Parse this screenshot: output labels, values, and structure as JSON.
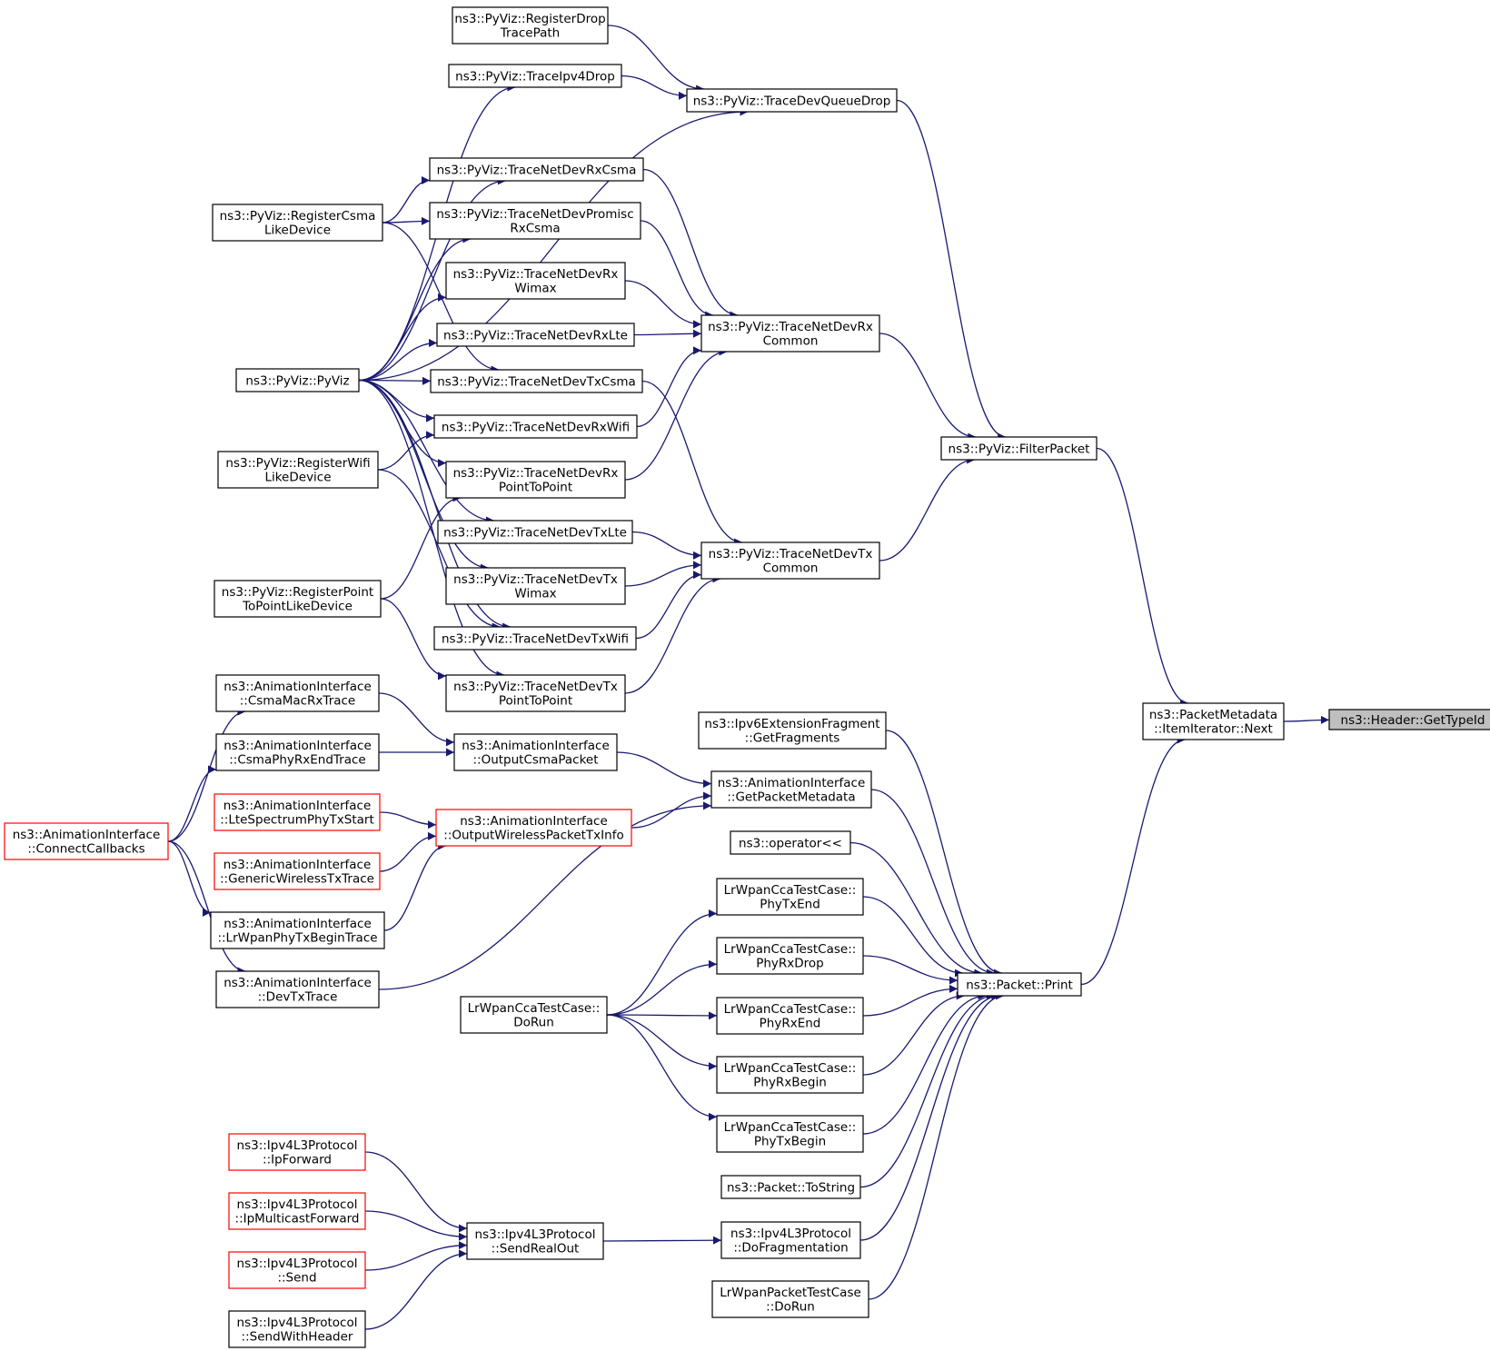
{
  "colors": {
    "edge": "#191970",
    "node_border": "#000000",
    "node_border_incomplete": "#ff0000",
    "highlight_fill": "#bfbfbf",
    "background": "#ffffff",
    "text": "#000000"
  },
  "nodes": [
    {
      "id": "gettypeid",
      "lines": [
        "ns3::Header::GetTypeId"
      ],
      "highlight": true
    },
    {
      "id": "next",
      "lines": [
        "ns3::PacketMetadata",
        "::ItemIterator::Next"
      ]
    },
    {
      "id": "filterpacket",
      "lines": [
        "ns3::PyViz::FilterPacket"
      ]
    },
    {
      "id": "print",
      "lines": [
        "ns3::Packet::Print"
      ]
    },
    {
      "id": "devqueuedrop",
      "lines": [
        "ns3::PyViz::TraceDevQueueDrop"
      ]
    },
    {
      "id": "rxcommon",
      "lines": [
        "ns3::PyViz::TraceNetDevRx",
        "Common"
      ]
    },
    {
      "id": "txcommon",
      "lines": [
        "ns3::PyViz::TraceNetDevTx",
        "Common"
      ]
    },
    {
      "id": "registerdrop",
      "lines": [
        "ns3::PyViz::RegisterDrop",
        "TracePath"
      ]
    },
    {
      "id": "ipv4drop",
      "lines": [
        "ns3::PyViz::TraceIpv4Drop"
      ]
    },
    {
      "id": "rxcsma",
      "lines": [
        "ns3::PyViz::TraceNetDevRxCsma"
      ]
    },
    {
      "id": "promisc",
      "lines": [
        "ns3::PyViz::TraceNetDevPromisc",
        "RxCsma"
      ]
    },
    {
      "id": "rxwimax",
      "lines": [
        "ns3::PyViz::TraceNetDevRx",
        "Wimax"
      ]
    },
    {
      "id": "rxlte",
      "lines": [
        "ns3::PyViz::TraceNetDevRxLte"
      ]
    },
    {
      "id": "txcsma",
      "lines": [
        "ns3::PyViz::TraceNetDevTxCsma"
      ]
    },
    {
      "id": "rxwifi",
      "lines": [
        "ns3::PyViz::TraceNetDevRxWifi"
      ]
    },
    {
      "id": "rxp2p",
      "lines": [
        "ns3::PyViz::TraceNetDevRx",
        "PointToPoint"
      ]
    },
    {
      "id": "txlte",
      "lines": [
        "ns3::PyViz::TraceNetDevTxLte"
      ]
    },
    {
      "id": "txwimax",
      "lines": [
        "ns3::PyViz::TraceNetDevTx",
        "Wimax"
      ]
    },
    {
      "id": "txwifi",
      "lines": [
        "ns3::PyViz::TraceNetDevTxWifi"
      ]
    },
    {
      "id": "txp2p",
      "lines": [
        "ns3::PyViz::TraceNetDevTx",
        "PointToPoint"
      ]
    },
    {
      "id": "regcsma",
      "lines": [
        "ns3::PyViz::RegisterCsma",
        "LikeDevice"
      ]
    },
    {
      "id": "pyviz",
      "lines": [
        "ns3::PyViz::PyViz"
      ]
    },
    {
      "id": "regwifi",
      "lines": [
        "ns3::PyViz::RegisterWifi",
        "LikeDevice"
      ]
    },
    {
      "id": "regp2p",
      "lines": [
        "ns3::PyViz::RegisterPoint",
        "ToPointLikeDevice"
      ]
    },
    {
      "id": "ipv6frag",
      "lines": [
        "ns3::Ipv6ExtensionFragment",
        "::GetFragments"
      ]
    },
    {
      "id": "getpktmeta",
      "lines": [
        "ns3::AnimationInterface",
        "::GetPacketMetadata"
      ]
    },
    {
      "id": "operator",
      "lines": [
        "ns3::operator<<"
      ]
    },
    {
      "id": "phytxend",
      "lines": [
        "LrWpanCcaTestCase::",
        "PhyTxEnd"
      ]
    },
    {
      "id": "phyrxdrop",
      "lines": [
        "LrWpanCcaTestCase::",
        "PhyRxDrop"
      ]
    },
    {
      "id": "phyrxend",
      "lines": [
        "LrWpanCcaTestCase::",
        "PhyRxEnd"
      ]
    },
    {
      "id": "phyrxbegin",
      "lines": [
        "LrWpanCcaTestCase::",
        "PhyRxBegin"
      ]
    },
    {
      "id": "phytxbegin",
      "lines": [
        "LrWpanCcaTestCase::",
        "PhyTxBegin"
      ]
    },
    {
      "id": "tostring",
      "lines": [
        "ns3::Packet::ToString"
      ]
    },
    {
      "id": "dofrag",
      "lines": [
        "ns3::Ipv4L3Protocol",
        "::DoFragmentation"
      ]
    },
    {
      "id": "lrpktdorun",
      "lines": [
        "LrWpanPacketTestCase",
        "::DoRun"
      ]
    },
    {
      "id": "ccadorun",
      "lines": [
        "LrWpanCcaTestCase::",
        "DoRun"
      ]
    },
    {
      "id": "csmamacrx",
      "lines": [
        "ns3::AnimationInterface",
        "::CsmaMacRxTrace"
      ]
    },
    {
      "id": "csmaphyrx",
      "lines": [
        "ns3::AnimationInterface",
        "::CsmaPhyRxEndTrace"
      ]
    },
    {
      "id": "outcsma",
      "lines": [
        "ns3::AnimationInterface",
        "::OutputCsmaPacket"
      ]
    },
    {
      "id": "ltespectrum",
      "lines": [
        "ns3::AnimationInterface",
        "::LteSpectrumPhyTxStart"
      ],
      "incomplete": true
    },
    {
      "id": "outwireless",
      "lines": [
        "ns3::AnimationInterface",
        "::OutputWirelessPacketTxInfo"
      ],
      "incomplete": true
    },
    {
      "id": "genericwireless",
      "lines": [
        "ns3::AnimationInterface",
        "::GenericWirelessTxTrace"
      ],
      "incomplete": true
    },
    {
      "id": "lrwpanphytx",
      "lines": [
        "ns3::AnimationInterface",
        "::LrWpanPhyTxBeginTrace"
      ]
    },
    {
      "id": "devtxtrace",
      "lines": [
        "ns3::AnimationInterface",
        "::DevTxTrace"
      ]
    },
    {
      "id": "connectcb",
      "lines": [
        "ns3::AnimationInterface",
        "::ConnectCallbacks"
      ],
      "incomplete": true
    },
    {
      "id": "ipforward",
      "lines": [
        "ns3::Ipv4L3Protocol",
        "::IpForward"
      ],
      "incomplete": true
    },
    {
      "id": "ipmcast",
      "lines": [
        "ns3::Ipv4L3Protocol",
        "::IpMulticastForward"
      ],
      "incomplete": true
    },
    {
      "id": "send",
      "lines": [
        "ns3::Ipv4L3Protocol",
        "::Send"
      ],
      "incomplete": true
    },
    {
      "id": "sendwithheader",
      "lines": [
        "ns3::Ipv4L3Protocol",
        "::SendWithHeader"
      ]
    },
    {
      "id": "sendrealout",
      "lines": [
        "ns3::Ipv4L3Protocol",
        "::SendRealOut"
      ]
    }
  ],
  "edges": [
    [
      "next",
      "gettypeid"
    ],
    [
      "filterpacket",
      "next"
    ],
    [
      "print",
      "next"
    ],
    [
      "devqueuedrop",
      "filterpacket"
    ],
    [
      "rxcommon",
      "filterpacket"
    ],
    [
      "txcommon",
      "filterpacket"
    ],
    [
      "registerdrop",
      "devqueuedrop"
    ],
    [
      "ipv4drop",
      "devqueuedrop"
    ],
    [
      "pyviz",
      "devqueuedrop"
    ],
    [
      "pyviz",
      "ipv4drop"
    ],
    [
      "rxcsma",
      "rxcommon"
    ],
    [
      "promisc",
      "rxcommon"
    ],
    [
      "rxwimax",
      "rxcommon"
    ],
    [
      "rxlte",
      "rxcommon"
    ],
    [
      "rxwifi",
      "rxcommon"
    ],
    [
      "rxp2p",
      "rxcommon"
    ],
    [
      "txcsma",
      "txcommon"
    ],
    [
      "txlte",
      "txcommon"
    ],
    [
      "txwimax",
      "txcommon"
    ],
    [
      "txwifi",
      "txcommon"
    ],
    [
      "txp2p",
      "txcommon"
    ],
    [
      "regcsma",
      "rxcsma"
    ],
    [
      "regcsma",
      "promisc"
    ],
    [
      "regcsma",
      "txcsma"
    ],
    [
      "pyviz",
      "rxcsma"
    ],
    [
      "pyviz",
      "promisc"
    ],
    [
      "pyviz",
      "rxwimax"
    ],
    [
      "pyviz",
      "rxlte"
    ],
    [
      "pyviz",
      "txcsma"
    ],
    [
      "pyviz",
      "rxwifi"
    ],
    [
      "pyviz",
      "rxp2p"
    ],
    [
      "pyviz",
      "txlte"
    ],
    [
      "pyviz",
      "txwimax"
    ],
    [
      "pyviz",
      "txwifi"
    ],
    [
      "pyviz",
      "txp2p"
    ],
    [
      "regwifi",
      "rxwifi"
    ],
    [
      "regwifi",
      "txwifi"
    ],
    [
      "regp2p",
      "rxp2p"
    ],
    [
      "regp2p",
      "txp2p"
    ],
    [
      "ipv6frag",
      "print"
    ],
    [
      "getpktmeta",
      "print"
    ],
    [
      "operator",
      "print"
    ],
    [
      "phytxend",
      "print"
    ],
    [
      "phyrxdrop",
      "print"
    ],
    [
      "phyrxend",
      "print"
    ],
    [
      "phyrxbegin",
      "print"
    ],
    [
      "phytxbegin",
      "print"
    ],
    [
      "tostring",
      "print"
    ],
    [
      "dofrag",
      "print"
    ],
    [
      "lrpktdorun",
      "print"
    ],
    [
      "ccadorun",
      "phytxend"
    ],
    [
      "ccadorun",
      "phyrxdrop"
    ],
    [
      "ccadorun",
      "phyrxend"
    ],
    [
      "ccadorun",
      "phyrxbegin"
    ],
    [
      "ccadorun",
      "phytxbegin"
    ],
    [
      "outcsma",
      "getpktmeta"
    ],
    [
      "outwireless",
      "getpktmeta"
    ],
    [
      "devtxtrace",
      "getpktmeta"
    ],
    [
      "csmamacrx",
      "outcsma"
    ],
    [
      "csmaphyrx",
      "outcsma"
    ],
    [
      "ltespectrum",
      "outwireless"
    ],
    [
      "genericwireless",
      "outwireless"
    ],
    [
      "lrwpanphytx",
      "outwireless"
    ],
    [
      "connectcb",
      "csmamacrx"
    ],
    [
      "connectcb",
      "csmaphyrx"
    ],
    [
      "connectcb",
      "lrwpanphytx"
    ],
    [
      "connectcb",
      "devtxtrace"
    ],
    [
      "sendrealout",
      "dofrag"
    ],
    [
      "ipforward",
      "sendrealout"
    ],
    [
      "ipmcast",
      "sendrealout"
    ],
    [
      "send",
      "sendrealout"
    ],
    [
      "sendwithheader",
      "sendrealout"
    ]
  ]
}
